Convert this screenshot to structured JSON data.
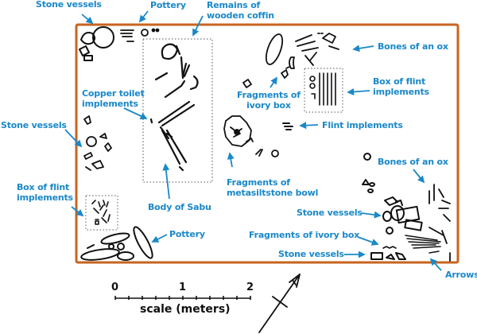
{
  "title": "Tomb plan of Sabu",
  "colors": {
    "frame": "#c8641e",
    "label": "#1a88c9",
    "ink": "#111111"
  },
  "labels": {
    "stone_vessels_top": "Stone vessels",
    "pottery_top": "Pottery",
    "wooden_coffin": "Remains of\nwooden coffin",
    "bones_ox_top": "Bones of an ox",
    "ivory_box_top": "Fragments of\nivory box",
    "flint_box_right": "Box of flint\nimplements",
    "copper_toilet": "Copper toilet\nimplements",
    "flint_implements": "Flint implements",
    "stone_vessels_left": "Stone vessels",
    "metasiltstone_bowl": "Fragments of\nmetasiltstone bowl",
    "bones_ox_bottom": "Bones of an ox",
    "flint_box_left": "Box of flint\nimplements",
    "body_of_sabu": "Body of Sabu",
    "stone_vessels_right": "Stone vessels",
    "pottery_bottom": "Pottery",
    "ivory_box_bottom": "Fragments of ivory box",
    "stone_vessels_bottom": "Stone vessels",
    "arrows": "Arrows"
  },
  "scale": {
    "ticks": [
      "0",
      "1",
      "2"
    ],
    "caption": "scale (meters)",
    "max_meters": 2,
    "minor_divisions": 10
  },
  "north_arrow": {
    "icon": "north-arrow-icon"
  }
}
